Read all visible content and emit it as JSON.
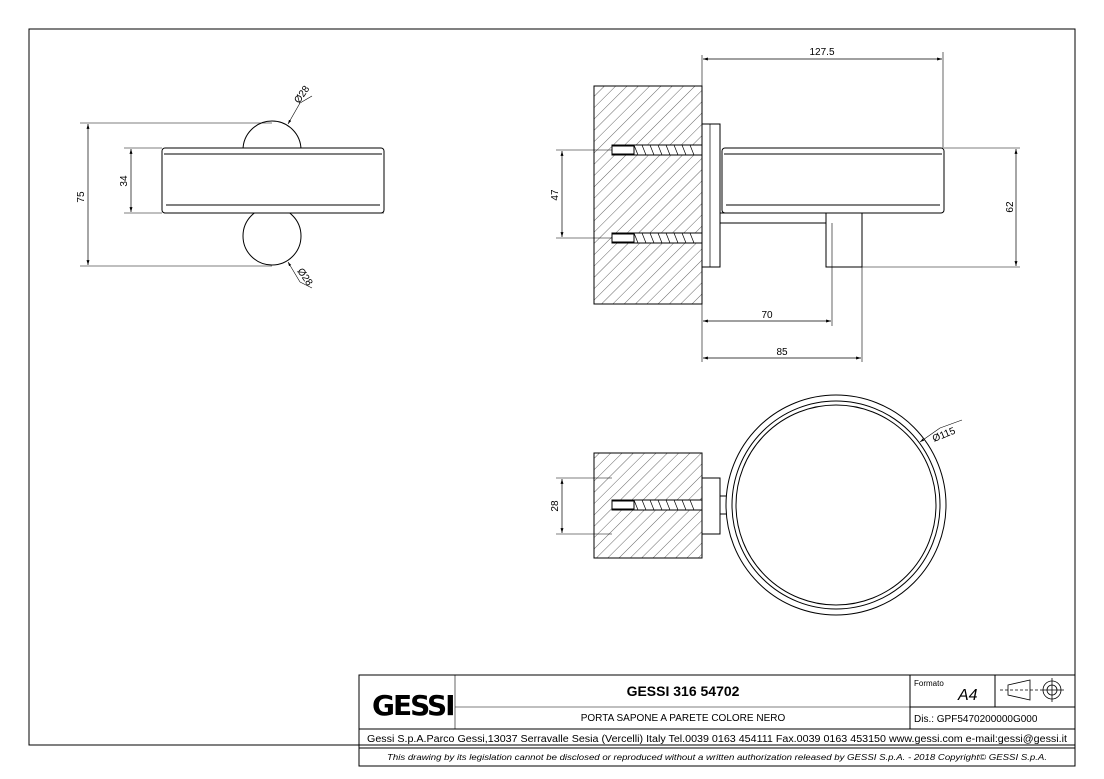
{
  "dimensions": {
    "side_view": {
      "top_diameter": "Ø28",
      "bottom_diameter": "Ø28",
      "total_height": "75",
      "dish_height": "34"
    },
    "profile_view": {
      "depth_total": "127.5",
      "fixing_spacing": "47",
      "height": "62",
      "post_position": "70",
      "projection": "85"
    },
    "plan_view": {
      "diameter": "Ø115",
      "fixing_height": "28"
    }
  },
  "title_block": {
    "logo": "GESSI",
    "product_code": "GESSI 316 54702",
    "description": "PORTA SAPONE A PARETE COLORE NERO",
    "format_label": "Formato",
    "format_value": "A4",
    "drawing_number": "Dis.: GPF5470200000G000",
    "address_line": "Gessi S.p.A.Parco Gessi,13037 Serravalle Sesia (Vercelli) Italy Tel.0039 0163 454111 Fax.0039 0163 453150 www.gessi.com e-mail:gessi@gessi.it",
    "copyright_line": "This drawing by its legislation cannot be disclosed or reproduced without a written authorization released by GESSI S.p.A. - 2018 Copyright© GESSI S.p.A."
  }
}
